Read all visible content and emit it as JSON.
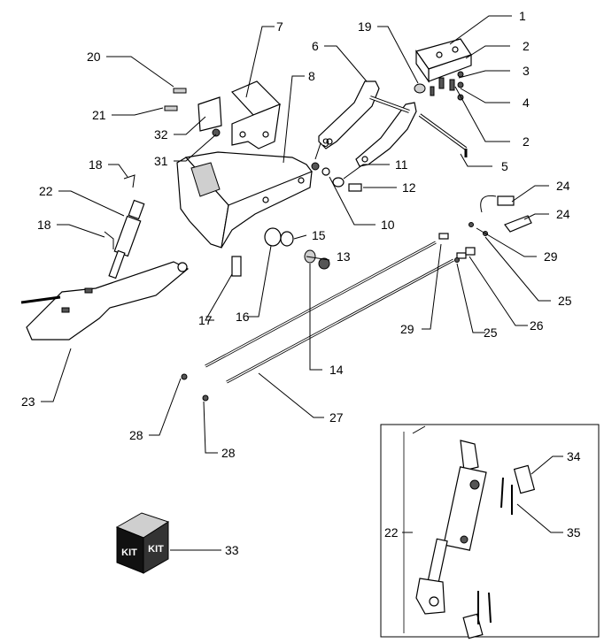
{
  "callouts": {
    "c1": "1",
    "c2a": "2",
    "c3": "3",
    "c4": "4",
    "c2b": "2",
    "c5": "5",
    "c6": "6",
    "c7": "7",
    "c8": "8",
    "c9": "9",
    "c10": "10",
    "c11": "11",
    "c12": "12",
    "c13": "13",
    "c14": "14",
    "c15": "15",
    "c16": "16",
    "c17": "17",
    "c18a": "18",
    "c18b": "18",
    "c19": "19",
    "c20": "20",
    "c21": "21",
    "c22a": "22",
    "c22b": "22",
    "c23": "23",
    "c24a": "24",
    "c24b": "24",
    "c25a": "25",
    "c25b": "25",
    "c26": "26",
    "c27": "27",
    "c28a": "28",
    "c28b": "28",
    "c29a": "29",
    "c29b": "29",
    "c31": "31",
    "c32": "32",
    "c33": "33",
    "c34": "34",
    "c35": "35"
  },
  "kit_box": {
    "text_left": "KIT",
    "text_right": "KIT"
  }
}
